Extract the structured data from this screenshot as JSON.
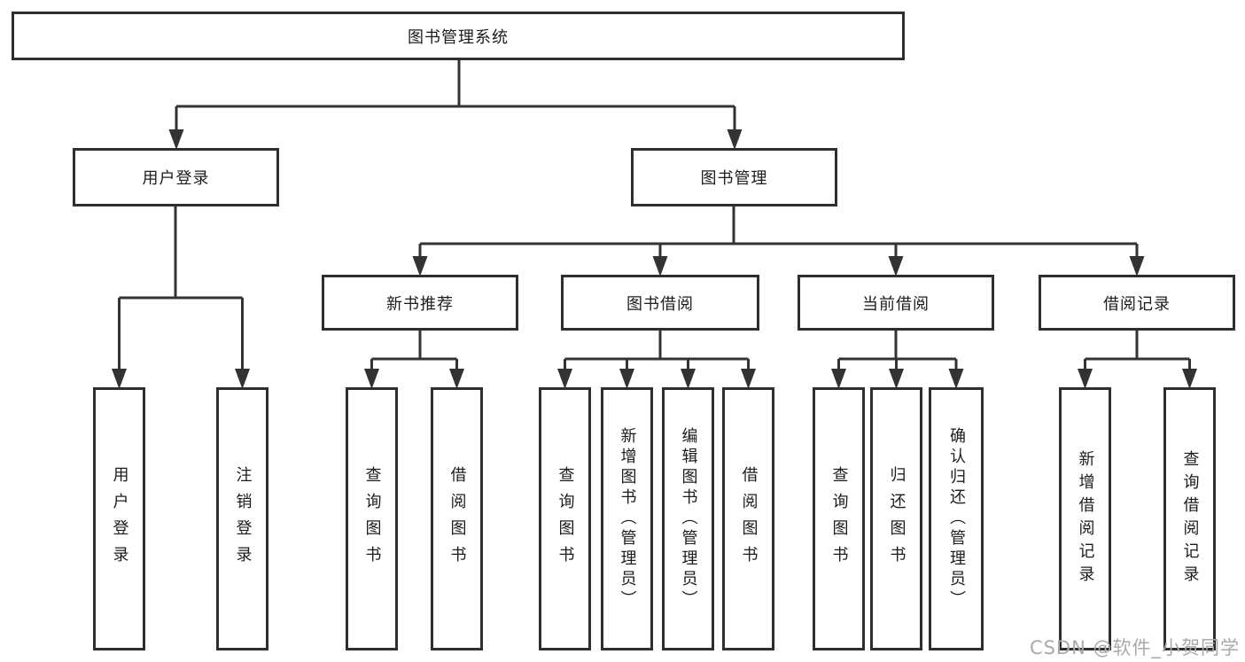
{
  "colors": {
    "line": "#333333",
    "box_border": "#2e2e2e",
    "text": "#1c1c1c",
    "watermark": "#a9a9a9",
    "background": "#ffffff"
  },
  "watermark": {
    "text": "CSDN @软件_小贺同学"
  },
  "tree": {
    "root": "图书管理系统",
    "branches": [
      {
        "label": "用户登录",
        "children": [
          "用户登录",
          "注销登录"
        ]
      },
      {
        "label": "图书管理",
        "groups": [
          {
            "label": "新书推荐",
            "children": [
              "查询图书",
              "借阅图书"
            ]
          },
          {
            "label": "图书借阅",
            "children": [
              "查询图书",
              "新增图书（管理员）",
              "编辑图书（管理员）",
              "借阅图书"
            ]
          },
          {
            "label": "当前借阅",
            "children": [
              "查询图书",
              "归还图书",
              "确认归还（管理员）"
            ]
          },
          {
            "label": "借阅记录",
            "children": [
              "新增借阅记录",
              "查询借阅记录"
            ]
          }
        ]
      }
    ]
  }
}
